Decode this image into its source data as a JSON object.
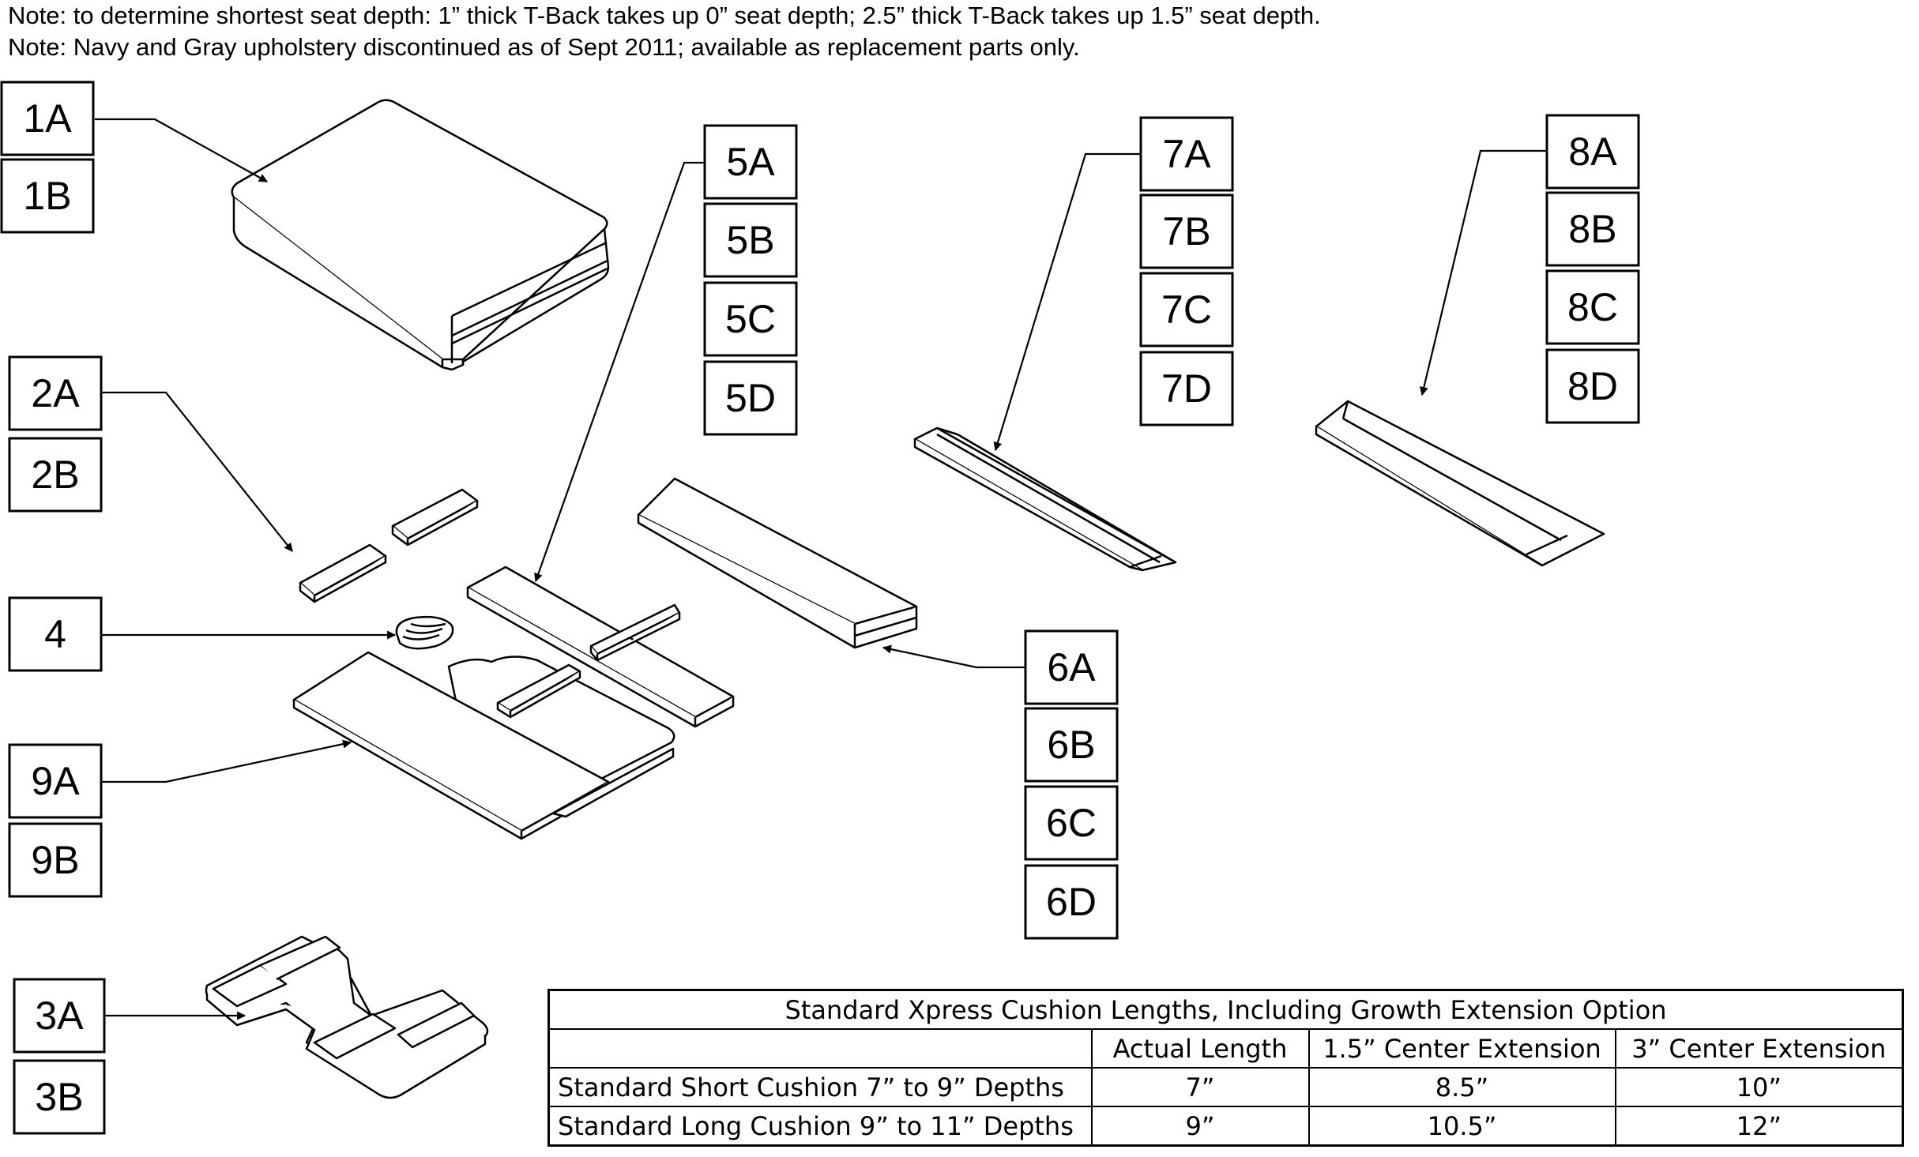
{
  "notes": [
    "Note: to determine shortest seat depth: 1” thick T-Back takes up 0” seat depth; 2.5” thick T-Back takes up 1.5” seat depth.",
    "Note: Navy and Gray upholstery discontinued as of Sept 2011; available as replacement parts only."
  ],
  "callouts": {
    "c1a": "1A",
    "c1b": "1B",
    "c2a": "2A",
    "c2b": "2B",
    "c3a": "3A",
    "c3b": "3B",
    "c4": "4",
    "c5a": "5A",
    "c5b": "5B",
    "c5c": "5C",
    "c5d": "5D",
    "c6a": "6A",
    "c6b": "6B",
    "c6c": "6C",
    "c6d": "6D",
    "c7a": "7A",
    "c7b": "7B",
    "c7c": "7C",
    "c7d": "7D",
    "c8a": "8A",
    "c8b": "8B",
    "c8c": "8C",
    "c8d": "8D",
    "c9a": "9A",
    "c9b": "9B"
  },
  "table": {
    "title": "Standard Xpress Cushion Lengths, Including Growth Extension Option",
    "headers": [
      "",
      "Actual Length",
      "1.5” Center Extension",
      "3” Center Extension"
    ],
    "rows": [
      [
        "Standard Short Cushion 7” to 9” Depths",
        "7”",
        "8.5”",
        "10”"
      ],
      [
        "Standard Long Cushion 9” to 11” Depths",
        "9”",
        "10.5”",
        "12”"
      ]
    ]
  }
}
